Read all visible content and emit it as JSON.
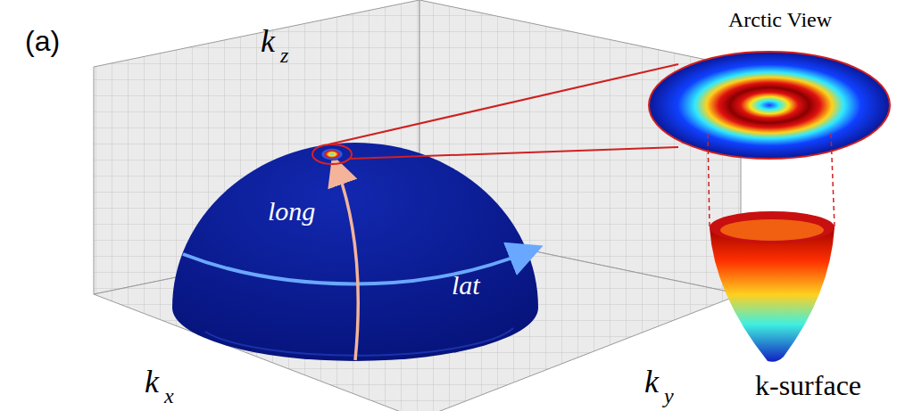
{
  "diagram": {
    "labels": [
      "(a)",
      "k",
      "z",
      "k",
      "x",
      "k",
      "y",
      "long",
      "lat",
      "Arctic View",
      "k-surface"
    ]
  }
}
